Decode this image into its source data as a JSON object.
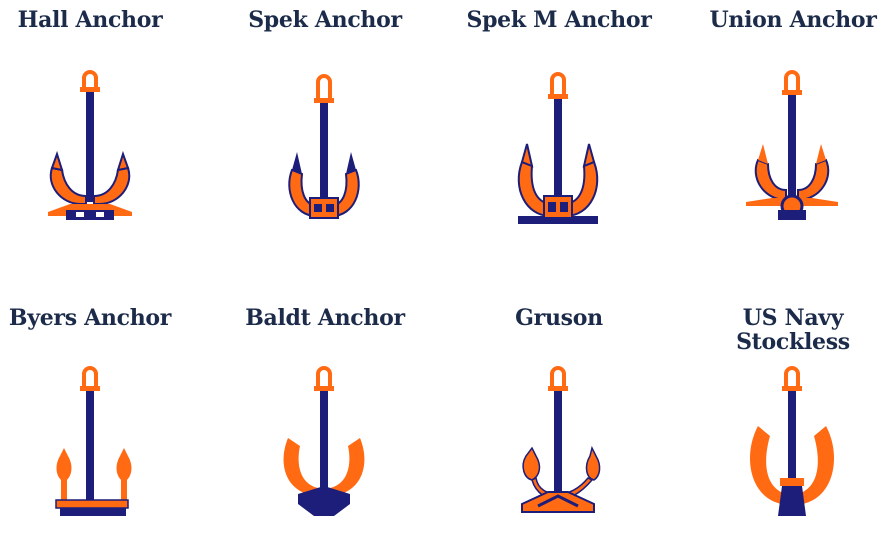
{
  "colors": {
    "navy": "#1d1d7a",
    "orange": "#ff6a13",
    "heading": "#1c2b4a"
  },
  "anchors": [
    {
      "title": "Hall Anchor",
      "icon": "hall-anchor-icon"
    },
    {
      "title": "Spek Anchor",
      "icon": "spek-anchor-icon"
    },
    {
      "title": "Spek M Anchor",
      "icon": "spek-m-anchor-icon"
    },
    {
      "title": "Union Anchor",
      "icon": "union-anchor-icon"
    },
    {
      "title": "Byers Anchor",
      "icon": "byers-anchor-icon"
    },
    {
      "title": "Baldt Anchor",
      "icon": "baldt-anchor-icon"
    },
    {
      "title": "Gruson",
      "icon": "gruson-anchor-icon"
    },
    {
      "title": "US Navy Stockless",
      "icon": "us-navy-stockless-anchor-icon"
    }
  ]
}
